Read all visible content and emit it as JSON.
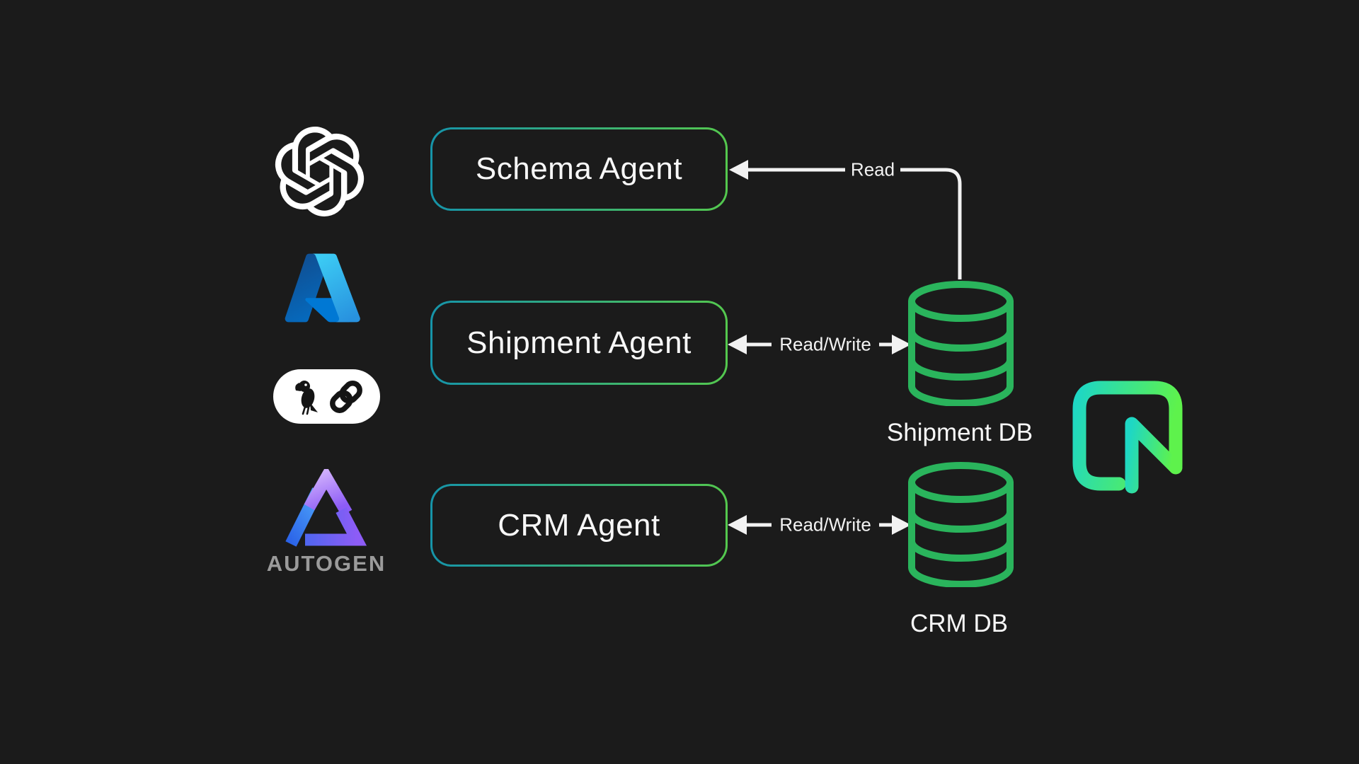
{
  "diagram_title": "Multi-agent architecture diagram",
  "colors": {
    "background": "#1b1b1b",
    "accent_teal": "#1694a9",
    "accent_green": "#54c84e",
    "db_green": "#2ab45c",
    "line_white": "#f2f2f2",
    "text_white": "#f7f7f7",
    "autogen_gray": "#9b9b9b",
    "langchain_bg": "#ffffff",
    "openai_white": "#ffffff",
    "neon_teal": "#1ed7c4",
    "neon_green": "#5ef24c",
    "azure_blue_dark": "#114a8b",
    "azure_blue_mid": "#0669bc",
    "azure_blue": "#0078d4",
    "azure_blue_light": "#3ccbf4",
    "azure_blue_mid2": "#2892df",
    "autogen_blue_light": "#4a9df8",
    "autogen_blue": "#2b63e8",
    "autogen_purple_light": "#cfaefc",
    "autogen_purple": "#8d5cf6",
    "autogen_indigo": "#4f66f0"
  },
  "logos": {
    "openai": "OpenAI",
    "azure": "Microsoft Azure",
    "langchain": "LangChain",
    "autogen": "AutoGen",
    "autogen_wordmark": "AUTOGEN",
    "neon": "Neon"
  },
  "agents": [
    {
      "id": "schema-agent",
      "label": "Schema Agent"
    },
    {
      "id": "shipment-agent",
      "label": "Shipment Agent"
    },
    {
      "id": "crm-agent",
      "label": "CRM Agent"
    }
  ],
  "databases": [
    {
      "id": "shipment-db",
      "label": "Shipment DB"
    },
    {
      "id": "crm-db",
      "label": "CRM DB"
    }
  ],
  "connections": [
    {
      "from": "Shipment DB",
      "to": "Schema Agent",
      "label": "Read",
      "direction": "one-way"
    },
    {
      "from": "Shipment Agent",
      "to": "Shipment DB",
      "label": "Read/Write",
      "direction": "two-way"
    },
    {
      "from": "CRM Agent",
      "to": "CRM DB",
      "label": "Read/Write",
      "direction": "two-way"
    }
  ]
}
